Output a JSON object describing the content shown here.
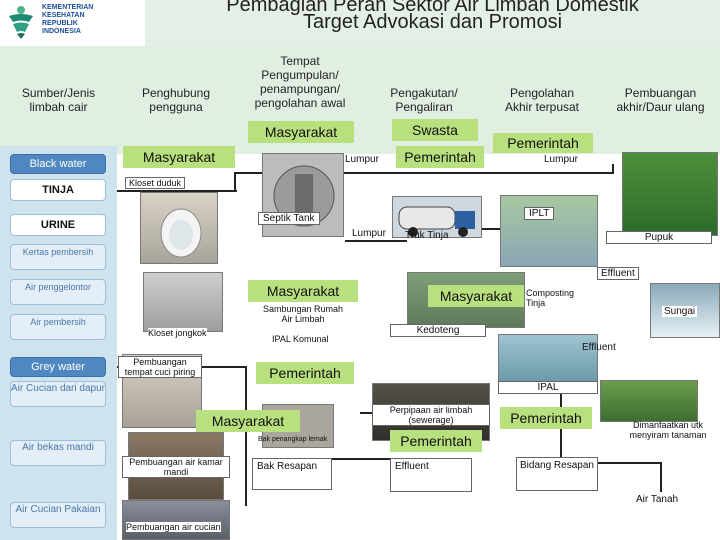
{
  "header": {
    "logo_lines": [
      "KEMENTERIAN",
      "KESEHATAN",
      "REPUBLIK",
      "INDONESIA"
    ],
    "title_line1": "Pembagian Peran Sektor Air Limbah Domestik",
    "title_line2": "Target Advokasi dan Promosi"
  },
  "columns": [
    "Sumber/Jenis limbah cair",
    "Penghubung pengguna",
    "Tempat Pengumpulan/ penampungan/ pengolahan awal",
    "Pengakutan/ Pengaliran",
    "Pengolahan Akhir terpusat",
    "Pembuangan akhir/Daur ulang"
  ],
  "sidebar": {
    "black_water": "Black water",
    "tinja": "TINJA",
    "urine": "URINE",
    "kertas": "Kertas pembersih",
    "air_penggelontor": "Air penggelontor",
    "air_pembersih": "Air pembersih",
    "grey_water": "Grey water",
    "air_cucian_dapur": "Air Cucian dari dapur",
    "air_bekas_mandi": "Air bekas mandi",
    "air_cucian_pakaian": "Air Cucian Pakaian"
  },
  "roles": {
    "masyarakat": "Masyarakat",
    "swasta": "Swasta",
    "pemerintah": "Pemerintah"
  },
  "labels": {
    "lumpur": "Lumpur",
    "kloset_duduk": "Kloset duduk",
    "septik_tank": "Septik Tank",
    "truk_tinja": "Truk Tinja",
    "iplt": "IPLT",
    "pupuk": "Pupuk",
    "effluent": "Effluent",
    "composting": "Composting Tinja",
    "sambungan": "Sambungan Rumah Air Limbah",
    "ipal_komunal": "IPAL Komunal",
    "kloset_jongkok": "Kloset jongkok",
    "kedoteng": "Kedoteng",
    "sungai": "Sungai",
    "pembuangan_piring": "Pembuangan tempat cuci piring",
    "ipal": "IPAL",
    "perpipaan": "Perpipaan air limbah (sewerage)",
    "bak_penangkap": "Bak penangkap lemak",
    "dimanfaatkan": "Dimanfaatkan utk menyiram tanaman",
    "pembuangan_kamar_mandi": "Pembuangan air kamar mandi",
    "bak_resapan": "Bak Resapan",
    "bidang_resapan": "Bidang Resapan",
    "air_tanah": "Air Tanah",
    "pembuangan_cucian": "Pembuangan air cucian"
  },
  "colors": {
    "role_green": "#b9e07e",
    "header_bg": "#e1eee2",
    "sidebar_bg": "#cfe3ee",
    "sidebar_blue": "#4f87c0"
  }
}
